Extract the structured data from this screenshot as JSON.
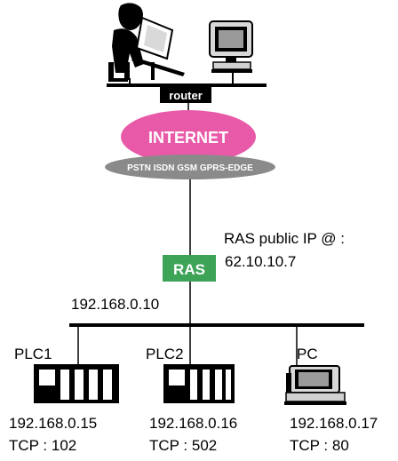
{
  "router": {
    "label": "router"
  },
  "internet": {
    "label": "INTERNET",
    "color": "#e85aa8"
  },
  "links": {
    "label": "PSTN ISDN GSM GPRS-EDGE",
    "color": "#8a8a8a"
  },
  "ras": {
    "label": "RAS",
    "color": "#3ca357",
    "public_ip_label": "RAS public IP @ :",
    "public_ip": "62.10.10.7",
    "lan_ip": "192.168.0.10"
  },
  "devices": [
    {
      "name": "PLC1",
      "ip": "192.168.0.15",
      "tcp": "TCP : 102",
      "icon": "plc-icon"
    },
    {
      "name": "PLC2",
      "ip": "192.168.0.16",
      "tcp": "TCP : 502",
      "icon": "plc-icon"
    },
    {
      "name": "PC",
      "ip": "192.168.0.17",
      "tcp": "TCP : 80",
      "icon": "computer-icon"
    }
  ],
  "top_icons": [
    "operator-at-computer-icon",
    "computer-monitor-icon"
  ]
}
